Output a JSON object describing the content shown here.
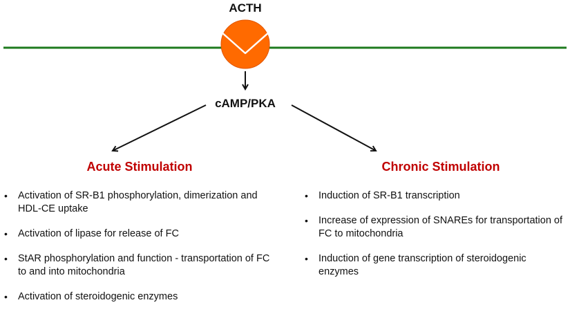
{
  "ligand": {
    "label": "ACTH",
    "color": "#ff6a00"
  },
  "membrane": {
    "color": "#1e7a1e"
  },
  "messenger": {
    "label": "cAMP/PKA"
  },
  "acute": {
    "title": "Acute Stimulation",
    "title_color": "#c00000",
    "items": [
      "Activation of SR-B1 phosphorylation, dimerization and HDL-CE uptake",
      "Activation of lipase for release of FC",
      "StAR phosphorylation and function - transportation of FC to and into mitochondria",
      "Activation of steroidogenic enzymes"
    ]
  },
  "chronic": {
    "title": "Chronic Stimulation",
    "title_color": "#c00000",
    "items": [
      "Induction of SR-B1 transcription",
      "Increase of expression of SNAREs for transportation of FC to mitochondria",
      "Induction of gene transcription of steroidogenic enzymes"
    ]
  }
}
